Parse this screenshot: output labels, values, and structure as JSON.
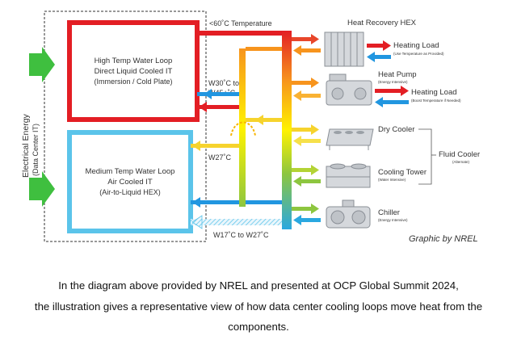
{
  "diagram": {
    "side_label_1": "Electrical Energy",
    "side_label_2": "(Data Center IT)",
    "high_loop": {
      "line1": "High Temp Water Loop",
      "line2": "Direct Liquid Cooled IT",
      "line3": "(Immersion / Cold Plate)"
    },
    "medium_loop": {
      "line1": "Medium Temp Water Loop",
      "line2": "Air Cooled IT",
      "line3": "(Air-to-Liquid HEX)"
    },
    "temp_top": "<60˚C Temperature",
    "temp_mid_1": "W30˚C to",
    "temp_mid_2": "W45+˚C",
    "temp_w27": "W27˚C",
    "temp_bottom": "W17˚C to W27˚C",
    "heat_recovery": "Heat Recovery HEX",
    "heating_load_1": "Heating Load",
    "heating_load_1_note": "(Use Temperature as Provided)",
    "heat_pump": "Heat Pump",
    "heat_pump_note": "(Energy Intensive)",
    "heating_load_2": "Heating Load",
    "heating_load_2_note": "(Boost Temperature if Needed)",
    "dry_cooler": "Dry Cooler",
    "fluid_cooler": "Fluid Cooler",
    "fluid_cooler_note": "(Alternate)",
    "cooling_tower": "Cooling Tower",
    "cooling_tower_note": "(Water Intensive)",
    "chiller": "Chiller",
    "chiller_note": "(Energy Intensive)"
  },
  "credit": "Graphic by NREL",
  "caption": {
    "line1": "In the diagram above provided by NREL and presented at OCP Global Summit 2024,",
    "line2": "the illustration gives a representative view of how data center cooling loops move heat from the",
    "line3": "components."
  },
  "colors": {
    "hot": "#e31e24",
    "cold": "#5bc4ea",
    "arrow_blue": "#2196e0",
    "green": "#3fbf3f",
    "equipment": "#c9ccd0"
  }
}
